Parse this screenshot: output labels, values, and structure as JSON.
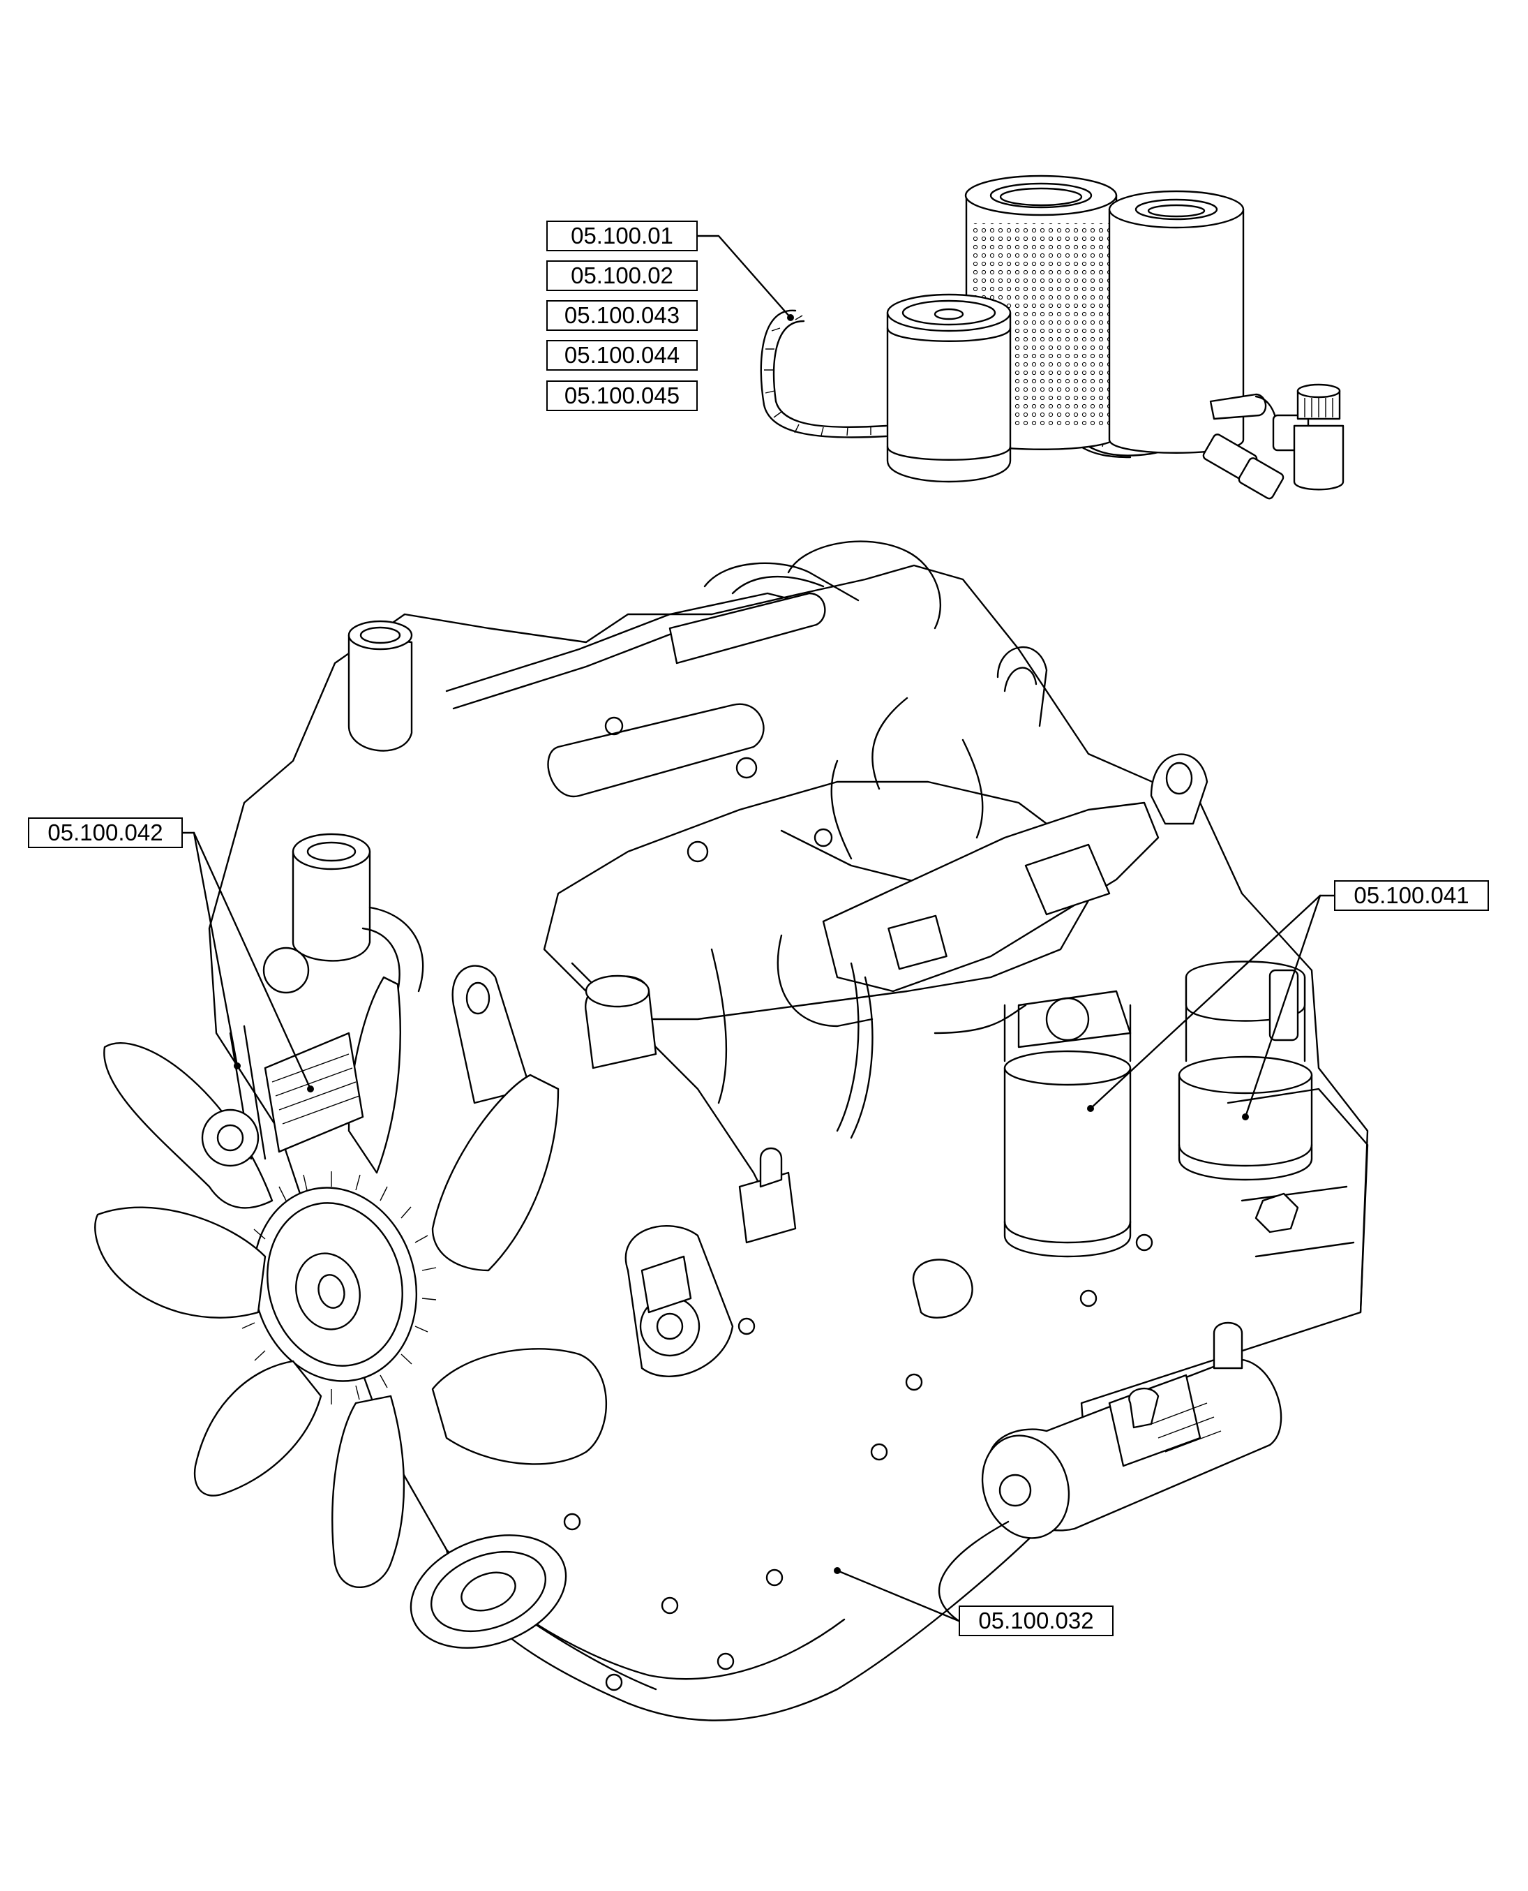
{
  "part_labels": {
    "filter_kit": [
      "05.100.01",
      "05.100.02",
      "05.100.043",
      "05.100.044",
      "05.100.045"
    ],
    "fan_pulley": "05.100.042",
    "fuel_oil_filters": "05.100.041",
    "engine_block": "05.100.032"
  }
}
